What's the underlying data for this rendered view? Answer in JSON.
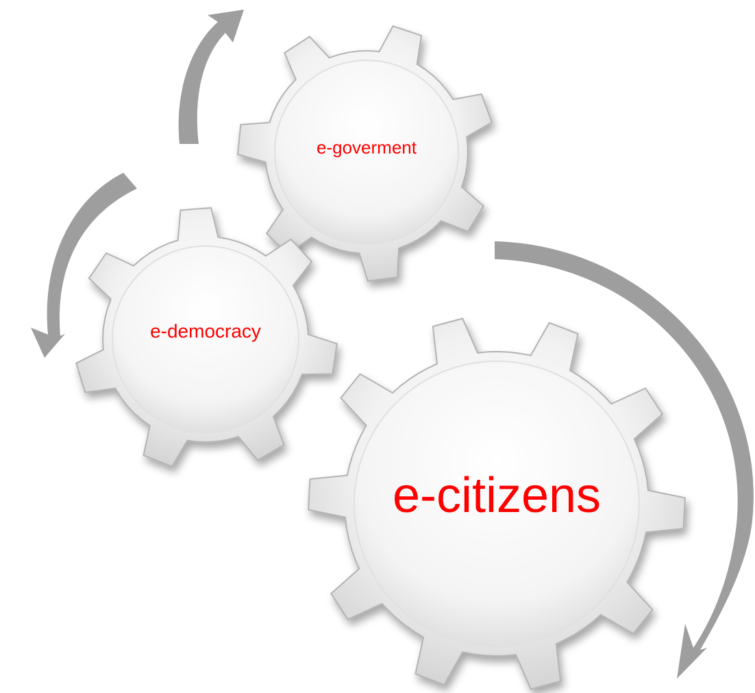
{
  "gears": [
    {
      "id": "e-goverment",
      "label": "e-goverment"
    },
    {
      "id": "e-democracy",
      "label": "e-democracy"
    },
    {
      "id": "e-citizens",
      "label": "e-citizens"
    }
  ],
  "colors": {
    "label": "#ff0000",
    "arrow": "#9e9e9e",
    "gear_light": "#ffffff",
    "gear_dark": "#cdcdcd",
    "gear_edge": "#b3b3b3"
  },
  "arrows": [
    {
      "id": "top-arrow",
      "direction": "up"
    },
    {
      "id": "left-arrow",
      "direction": "down-left"
    },
    {
      "id": "right-arrow",
      "direction": "down"
    }
  ]
}
